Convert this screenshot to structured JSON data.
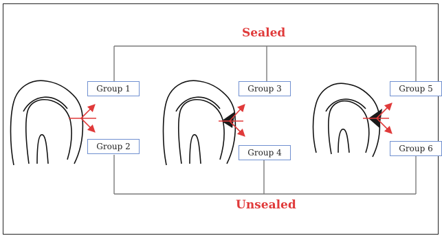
{
  "labels": {
    "sealed": "Sealed",
    "unsealed": "Unsealed"
  },
  "groups": [
    {
      "label": "Group 1"
    },
    {
      "label": "Group 2"
    },
    {
      "label": "Group 3"
    },
    {
      "label": "Group 4"
    },
    {
      "label": "Group 5"
    },
    {
      "label": "Group 6"
    }
  ],
  "colors": {
    "heading": "#e03a3a",
    "arrow": "#e03a3a",
    "connector": "#7a7a7a",
    "box_border": "#6f8fd0",
    "tooth_outline": "#111111",
    "lesion_fill": "#1a1a1a"
  }
}
